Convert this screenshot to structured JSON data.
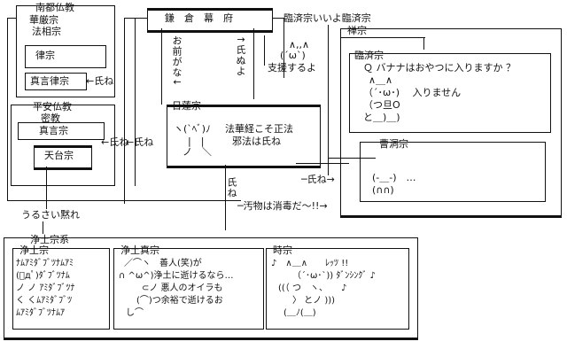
{
  "nanto": {
    "title": "南都仏教",
    "kegon": "華厳宗",
    "hosso": "法相宗",
    "ritsu": "律宗"
  },
  "shingon_ritsu": "真言律宗",
  "arrow_shine1": "←氏ね",
  "heian": {
    "title": "平安仏教",
    "mikkyo": "密教",
    "shingon": "真言宗",
    "tendai": "天台宗"
  },
  "arrow_shine2": "←氏ね",
  "kamakura": {
    "title": "鎌　倉　幕　府"
  },
  "omaega_na": "お前がな↓",
  "shine_yo": "↑氏ぬよ",
  "kamakura_aa": "∧,,∧",
  "kamakura_aa2": "(´ω`)",
  "shien": "支援するよ",
  "rinzai_yoi": "臨済宗いいよ臨済宗",
  "zen": {
    "title": "禅宗",
    "rinzai": {
      "title": "臨済宗",
      "lines": [
        "Ｑ バナナはおやつに入りますか ？",
        "∧＿∧",
        "（´･ω･)　 入りません",
        "（つ旦O",
        "と＿)＿)"
      ]
    },
    "soto": {
      "title": "曹洞宗",
      "lines": [
        "(-＿-)　…",
        "(∩∩)"
      ]
    }
  },
  "nichiren": {
    "title": "日蓮宗",
    "aa1": "ヽ(`ﾍﾞ)ﾉ",
    "aa2": "|　|",
    "aa3": "ノ　＼",
    "text1": "法華経こそ正法",
    "text2": "邪法は氏ね"
  },
  "arrow_shine3": "←氏ね",
  "nichiren_down": "氏ね",
  "arrow_shine4": "─氏ね→",
  "obutsu": "─汚物は消毒だ〜!!→",
  "urusai": "うるさい黙れ",
  "jodo": {
    "title": "浄土宗系",
    "jodoshu": {
      "title": "浄土宗",
      "lines": [
        "ﾅﾑｱﾐﾀﾞﾌﾞﾂﾅﾑｱﾐ",
        "(ﾟдﾟ)ﾀﾞﾌﾞﾂﾅﾑ",
        "ノ ノ ｱﾐﾀﾞﾌﾞﾂﾅ",
        "く くﾑｱﾐﾀﾞﾌﾞﾂ",
        "ﾑｱﾐﾀﾞﾌﾞﾂﾅﾑｱ"
      ]
    },
    "shinshu": {
      "title": "浄土真宗",
      "lines": [
        "／⌒ヽ　善人(笑)が",
        "∩ ^ω^)浄土に逝けるなら…",
        "⊂ノ 悪人のオイラも",
        "(⌒)つ余裕で逝けるお",
        "し⌒"
      ]
    },
    "jishu": {
      "title": "時宗",
      "lines": [
        "♪　∧＿∧　　ﾚｯﾂ !!",
        "（´･ω･`)) ﾀﾞﾝｼﾝｸﾞ ♪",
        "((（ つ　ヽ、　　♪",
        "〉 とノ )))",
        "(＿ﾉ(＿)"
      ]
    }
  }
}
